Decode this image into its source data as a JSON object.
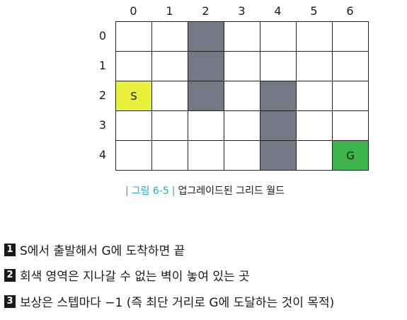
{
  "grid": {
    "columns": [
      "0",
      "1",
      "2",
      "3",
      "4",
      "5",
      "6"
    ],
    "rows": [
      "0",
      "1",
      "2",
      "3",
      "4"
    ],
    "walls": [
      [
        0,
        2
      ],
      [
        1,
        2
      ],
      [
        2,
        2
      ],
      [
        2,
        4
      ],
      [
        3,
        4
      ],
      [
        4,
        4
      ]
    ],
    "start": {
      "row": 2,
      "col": 0,
      "label": "S"
    },
    "goal": {
      "row": 4,
      "col": 6,
      "label": "G"
    },
    "colors": {
      "wall": "#737884",
      "start": "#e8f03a",
      "goal": "#3bb54a"
    }
  },
  "caption": {
    "figure": "그림 6-5",
    "text": "업그레이드된 그리드 월드"
  },
  "notes": [
    {
      "badge": "1",
      "text": "S에서 출발해서 G에 도착하면 끝"
    },
    {
      "badge": "2",
      "text": "회색 영역은 지나갈 수 없는 벽이 놓여 있는 곳"
    },
    {
      "badge": "3",
      "text": "보상은 스텝마다 −1 (즉 최단 거리로 G에 도달하는 것이 목적)"
    }
  ]
}
